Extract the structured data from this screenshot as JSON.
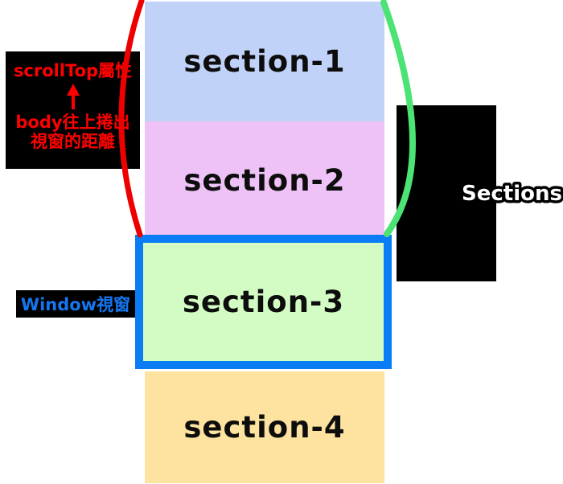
{
  "diagram": {
    "sections": [
      {
        "label": "section-1",
        "color": "#c1d2f8"
      },
      {
        "label": "section-2",
        "color": "#eec2f6"
      },
      {
        "label": "section-3",
        "color": "#d2fcc4"
      },
      {
        "label": "section-4",
        "color": "#fde2a0"
      }
    ],
    "window": {
      "border_color": "#0a7df5"
    },
    "scrolltop_note": {
      "title": "scrollTop屬性",
      "desc_line1": "body往上捲出",
      "desc_line2": "視窗的距離",
      "text_color": "#ff0000",
      "bg_color": "#000000",
      "arrow_icon": "up-arrow"
    },
    "window_note": {
      "text": "Window視窗",
      "text_color": "#1576f0",
      "bg_color": "#000000"
    },
    "sections_note": {
      "text": "Sections",
      "fill_color": "#ffffff",
      "outline_color": "#000000",
      "bg_color": "#000000"
    },
    "curves": {
      "left": {
        "color": "#ee0000"
      },
      "right": {
        "color": "#4be374"
      }
    }
  }
}
